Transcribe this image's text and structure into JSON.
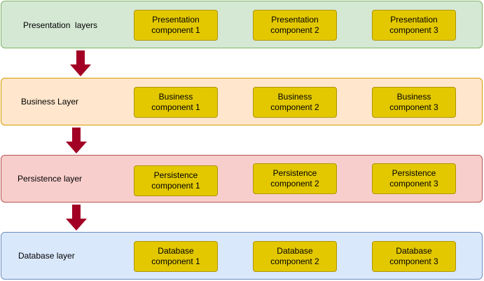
{
  "colors": {
    "component_fill": "#e3c800",
    "component_border": "#b09500",
    "arrow": "#a20025"
  },
  "layers": [
    {
      "label": "Presentation  layers",
      "fill": "#d5e8d4",
      "border": "#82b366",
      "components": [
        "Presentation\ncomponent 1",
        "Presentation\ncomponent 2",
        "Presentation\ncomponent 3"
      ]
    },
    {
      "label": "Business Layer",
      "fill": "#ffe6cc",
      "border": "#d79b00",
      "components": [
        "Business\ncomponent 1",
        "Business\ncomponent 2",
        "Business\ncomponent 3"
      ]
    },
    {
      "label": "Persistence layer",
      "fill": "#f8cecc",
      "border": "#b85450",
      "components": [
        "Persistence\ncomponent 1",
        "Persistence\ncomponent 2",
        "Persistence\ncomponent 3"
      ]
    },
    {
      "label": "Database layer",
      "fill": "#dae8fc",
      "border": "#6c8ebf",
      "components": [
        "Database\ncomponent 1",
        "Database\ncomponent 2",
        "Database\ncomponent 3"
      ]
    }
  ]
}
